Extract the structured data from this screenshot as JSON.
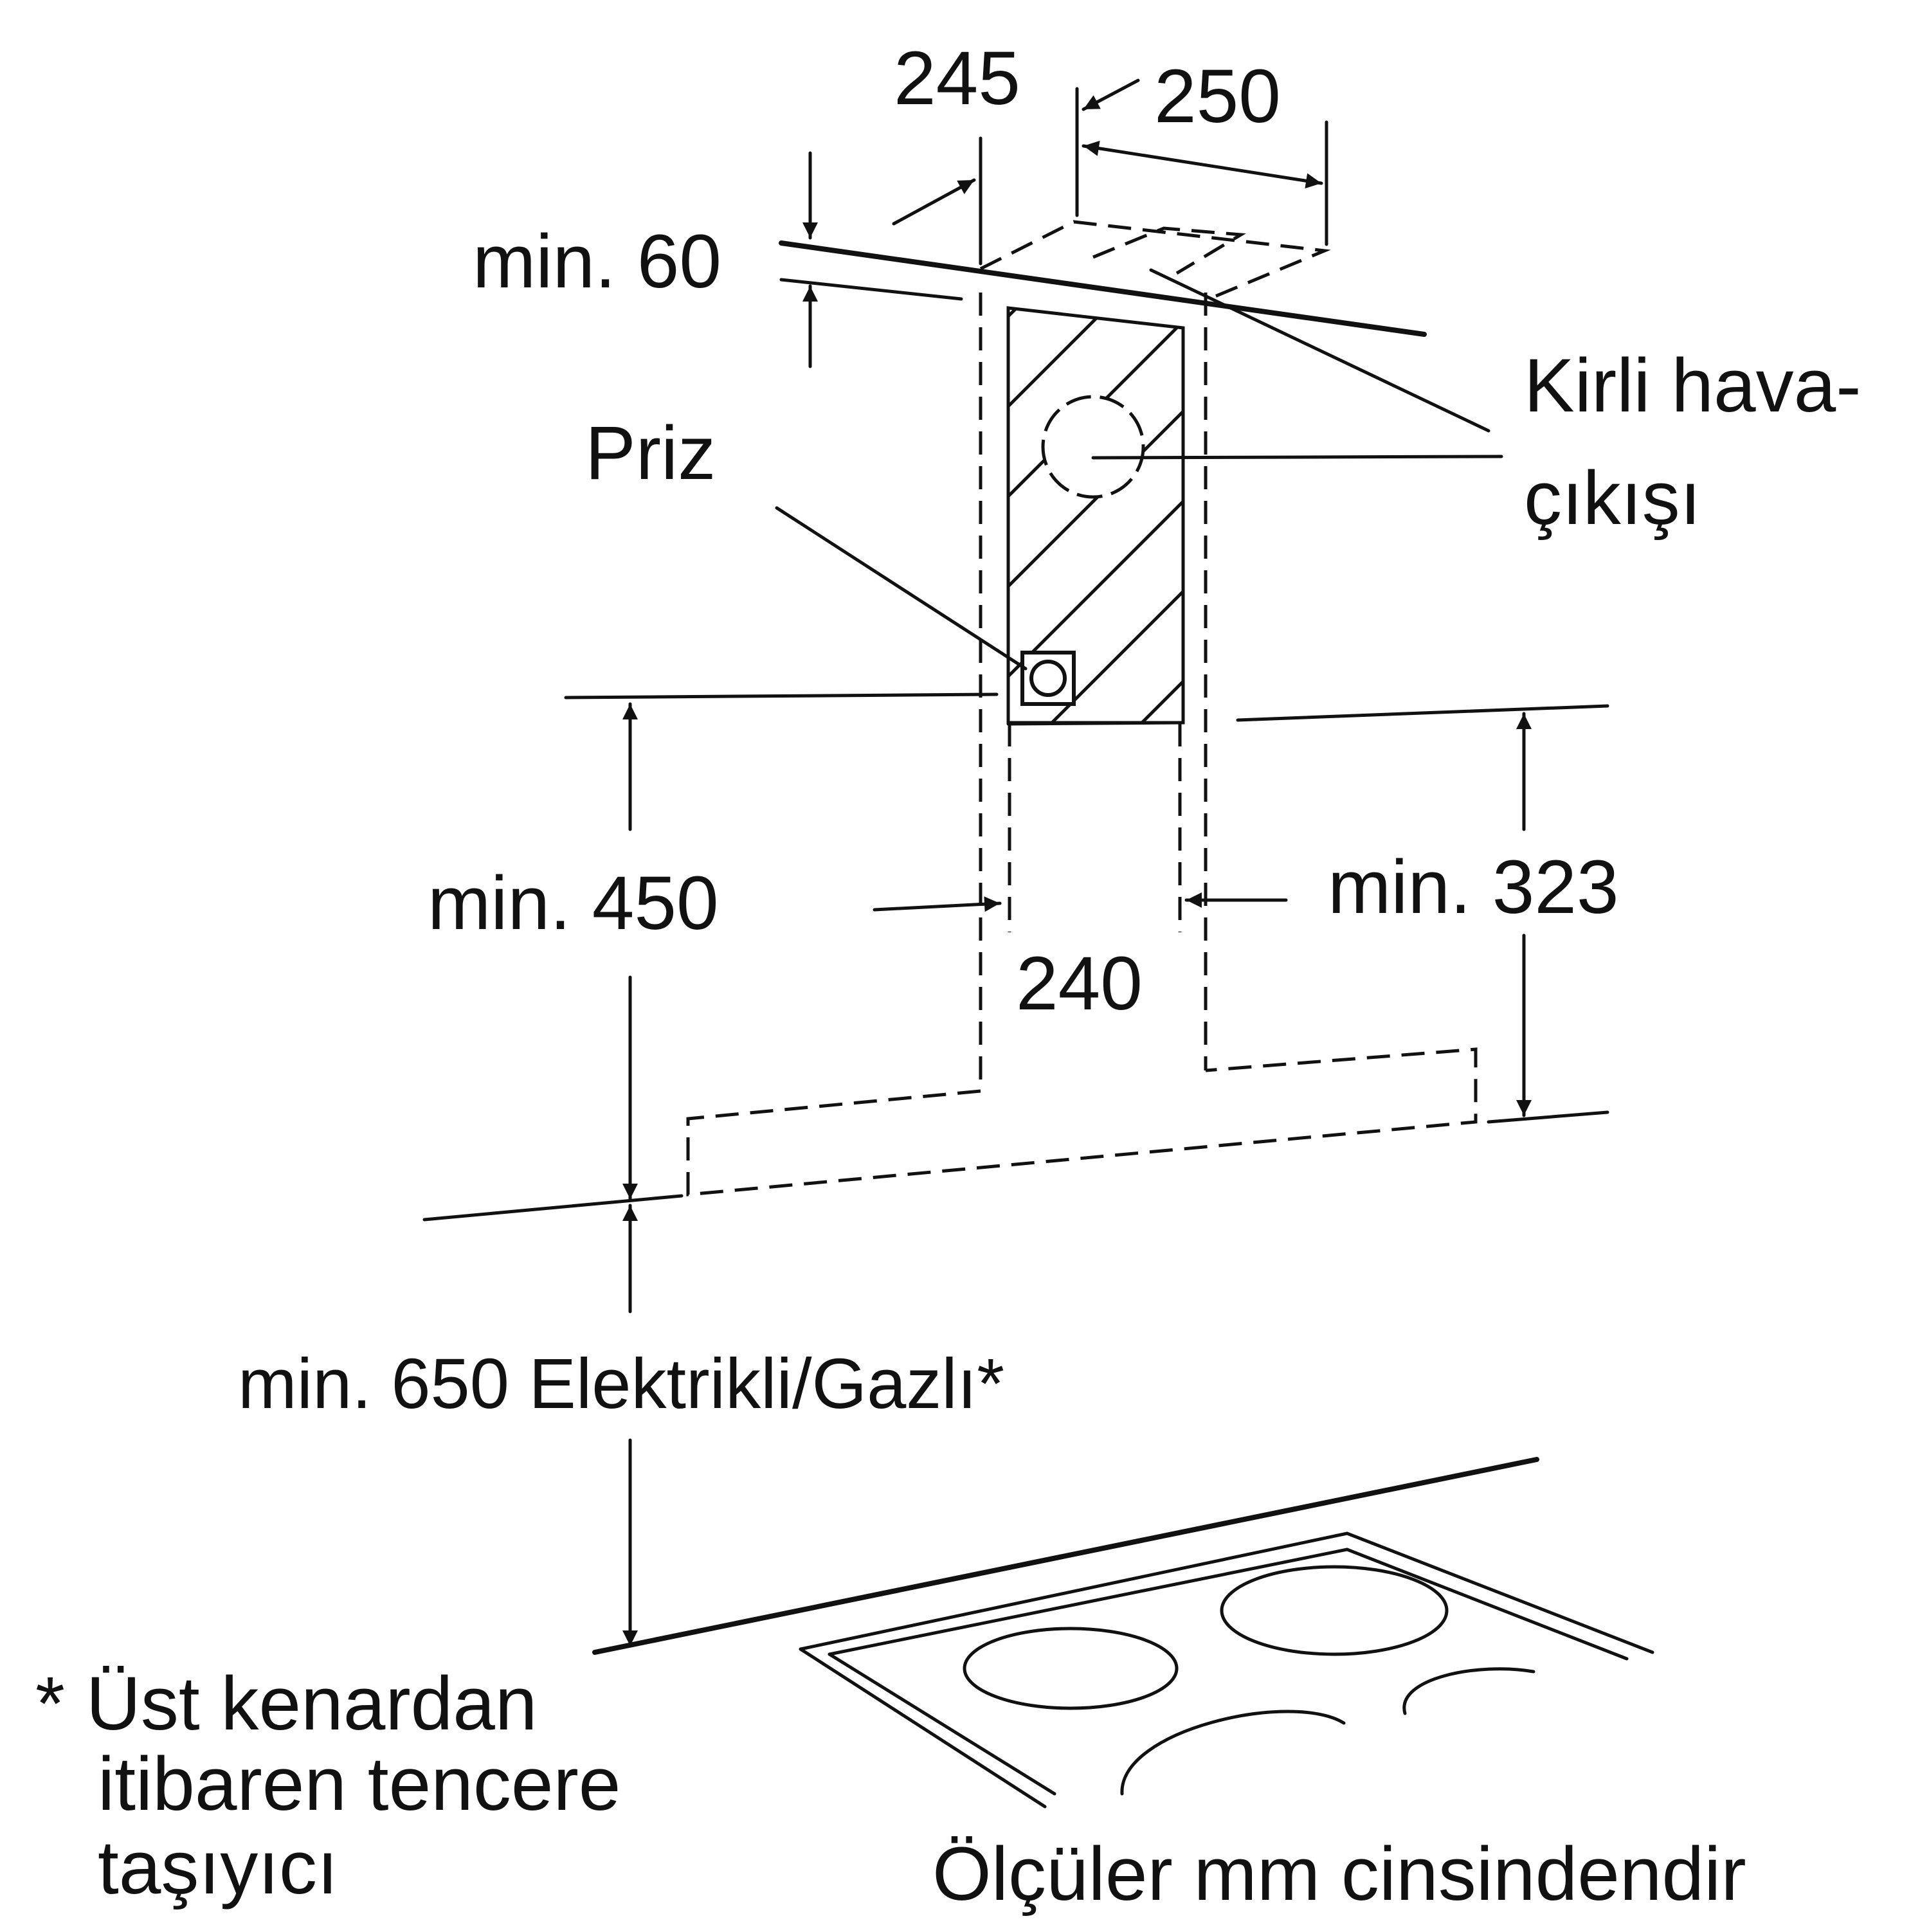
{
  "labels": {
    "dim_245": "245",
    "dim_250": "250",
    "min_60": "min. 60",
    "kirli_1": "Kirli hava-",
    "kirli_2": "çıkışı",
    "priz": "Priz",
    "min_450": "min. 450",
    "min_323": "min. 323",
    "dim_240": "240",
    "min_650": "min. 650 Elektrikli/Gazlı*",
    "note_1": "* Üst kenardan",
    "note_2": "itibaren tencere",
    "note_3": "taşıyıcı",
    "units": "Ölçüler mm cinsindendir"
  },
  "colors": {
    "ink": "#111111",
    "background": "#ffffff"
  }
}
